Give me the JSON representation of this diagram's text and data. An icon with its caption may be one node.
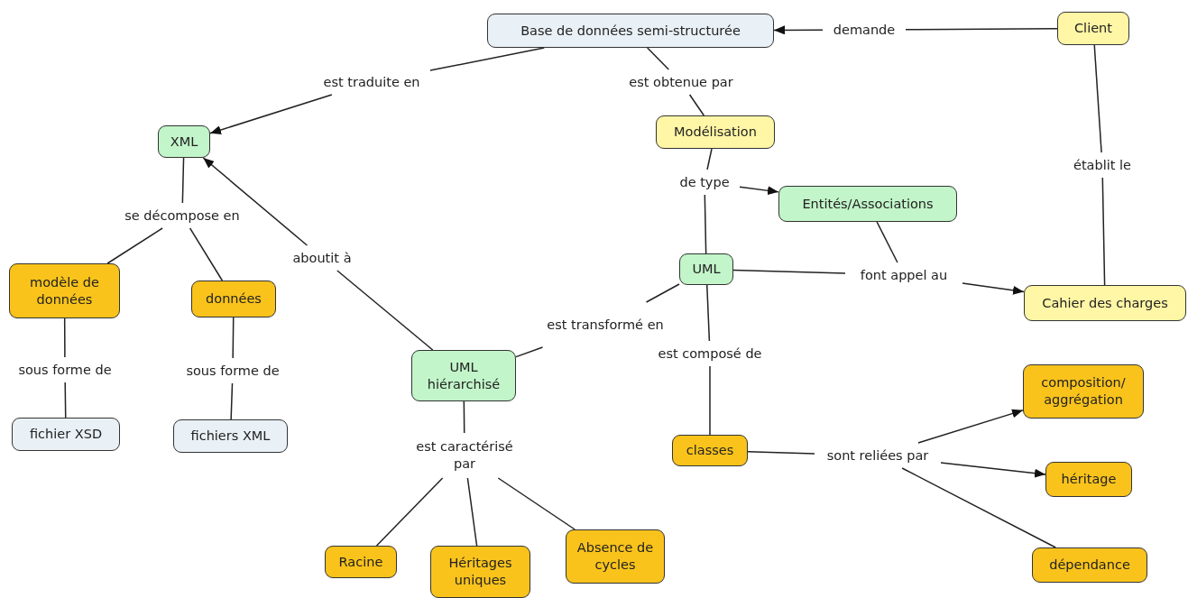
{
  "diagram": {
    "nodes": [
      {
        "text": [
          "Base de données semi-structurée"
        ]
      },
      {
        "text": [
          "Client"
        ]
      },
      {
        "text": [
          "est traduite en"
        ]
      },
      {
        "text": [
          "est obtenue par"
        ]
      },
      {
        "text": [
          "demande"
        ]
      },
      {
        "text": [
          "XML"
        ]
      },
      {
        "text": [
          "Modélisation"
        ]
      },
      {
        "text": [
          "établit le"
        ]
      },
      {
        "text": [
          "se décompose en"
        ]
      },
      {
        "text": [
          "de type"
        ]
      },
      {
        "text": [
          "Entités/Associations"
        ]
      },
      {
        "text": [
          "aboutit à"
        ]
      },
      {
        "text": [
          "modèle de données"
        ]
      },
      {
        "text": [
          "données"
        ]
      },
      {
        "text": [
          "UML"
        ]
      },
      {
        "text": [
          "font appel au"
        ]
      },
      {
        "text": [
          "Cahier des charges"
        ]
      },
      {
        "text": [
          "est transformé en"
        ]
      },
      {
        "text": [
          "est composé de"
        ]
      },
      {
        "text": [
          "UML hiérarchisé"
        ]
      },
      {
        "text": [
          "sous forme de"
        ]
      },
      {
        "text": [
          "sous forme de"
        ]
      },
      {
        "text": [
          "composition/ aggrégation"
        ]
      },
      {
        "text": [
          "fichier XSD"
        ]
      },
      {
        "text": [
          "fichiers XML"
        ]
      },
      {
        "text": [
          "est caractérisé par"
        ]
      },
      {
        "text": [
          "classes"
        ]
      },
      {
        "text": [
          "sont reliées par"
        ]
      },
      {
        "text": [
          "héritage"
        ]
      },
      {
        "text": [
          "Racine"
        ]
      },
      {
        "text": [
          "Héritages uniques"
        ]
      },
      {
        "text": [
          "Absence de cycles"
        ]
      },
      {
        "text": [
          "dépendance"
        ]
      }
    ],
    "edges": [
      {
        "from": 0,
        "to": 2,
        "arrow": "none"
      },
      {
        "from": 2,
        "to": 5,
        "arrow": "to"
      },
      {
        "from": 0,
        "to": 3,
        "arrow": "none"
      },
      {
        "from": 3,
        "to": 6,
        "arrow": "none"
      },
      {
        "from": 1,
        "to": 4,
        "arrow": "none"
      },
      {
        "from": 4,
        "to": 0,
        "arrow": "to"
      },
      {
        "from": 1,
        "to": 7,
        "arrow": "none"
      },
      {
        "from": 7,
        "to": 16,
        "arrow": "none"
      },
      {
        "from": 5,
        "to": 8,
        "arrow": "none"
      },
      {
        "from": 8,
        "to": 12,
        "arrow": "none"
      },
      {
        "from": 8,
        "to": 13,
        "arrow": "none"
      },
      {
        "from": 6,
        "to": 9,
        "arrow": "none"
      },
      {
        "from": 9,
        "to": 10,
        "arrow": "to"
      },
      {
        "from": 9,
        "to": 14,
        "arrow": "none"
      },
      {
        "from": 19,
        "to": 11,
        "arrow": "none"
      },
      {
        "from": 11,
        "to": 5,
        "arrow": "to"
      },
      {
        "from": 12,
        "to": 20,
        "arrow": "none"
      },
      {
        "from": 20,
        "to": 23,
        "arrow": "none"
      },
      {
        "from": 13,
        "to": 21,
        "arrow": "none"
      },
      {
        "from": 21,
        "to": 24,
        "arrow": "none"
      },
      {
        "from": 10,
        "to": 15,
        "arrow": "none"
      },
      {
        "from": 14,
        "to": 15,
        "arrow": "none"
      },
      {
        "from": 15,
        "to": 16,
        "arrow": "to"
      },
      {
        "from": 14,
        "to": 17,
        "arrow": "none"
      },
      {
        "from": 17,
        "to": 19,
        "arrow": "none"
      },
      {
        "from": 14,
        "to": 18,
        "arrow": "none"
      },
      {
        "from": 18,
        "to": 26,
        "arrow": "none"
      },
      {
        "from": 19,
        "to": 25,
        "arrow": "none"
      },
      {
        "from": 25,
        "to": 29,
        "arrow": "none"
      },
      {
        "from": 25,
        "to": 30,
        "arrow": "none"
      },
      {
        "from": 25,
        "to": 31,
        "arrow": "none"
      },
      {
        "from": 26,
        "to": 27,
        "arrow": "none"
      },
      {
        "from": 27,
        "to": 22,
        "arrow": "to"
      },
      {
        "from": 27,
        "to": 28,
        "arrow": "to"
      },
      {
        "from": 27,
        "to": 32,
        "arrow": "none"
      }
    ]
  }
}
